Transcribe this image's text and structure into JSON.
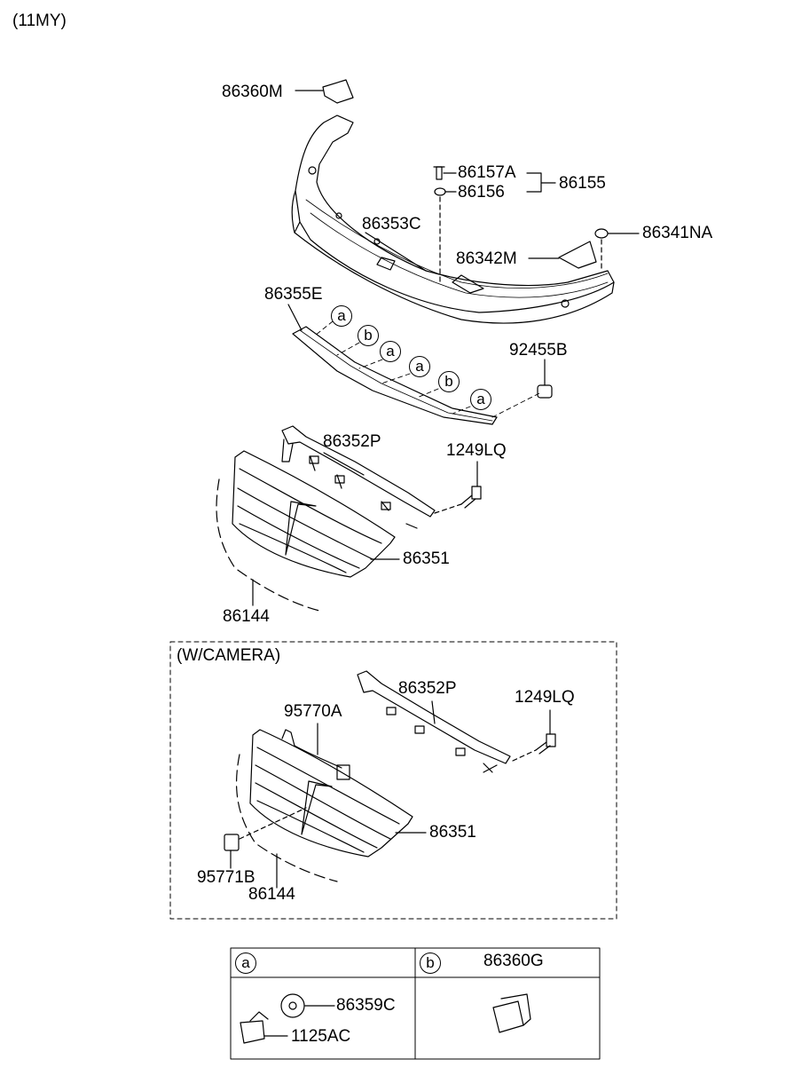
{
  "header": {
    "model_year": "(11MY)"
  },
  "callouts": {
    "a": "a",
    "b": "b"
  },
  "parts": {
    "p86360M": "86360M",
    "p86157A": "86157A",
    "p86156": "86156",
    "p86155": "86155",
    "p86353C": "86353C",
    "p86341NA": "86341NA",
    "p86342M": "86342M",
    "p86355E": "86355E",
    "p92455B": "92455B",
    "p86352P": "86352P",
    "p1249LQ": "1249LQ",
    "p86351": "86351",
    "p86144": "86144"
  },
  "camera_box": {
    "title": "(W/CAMERA)",
    "p86352P": "86352P",
    "p1249LQ": "1249LQ",
    "p95770A": "95770A",
    "p86351": "86351",
    "p95771B": "95771B",
    "p86144": "86144"
  },
  "legend": {
    "a_key": "a",
    "b_key": "b",
    "b_part": "86360G",
    "a_part1": "86359C",
    "a_part2": "1125AC"
  }
}
